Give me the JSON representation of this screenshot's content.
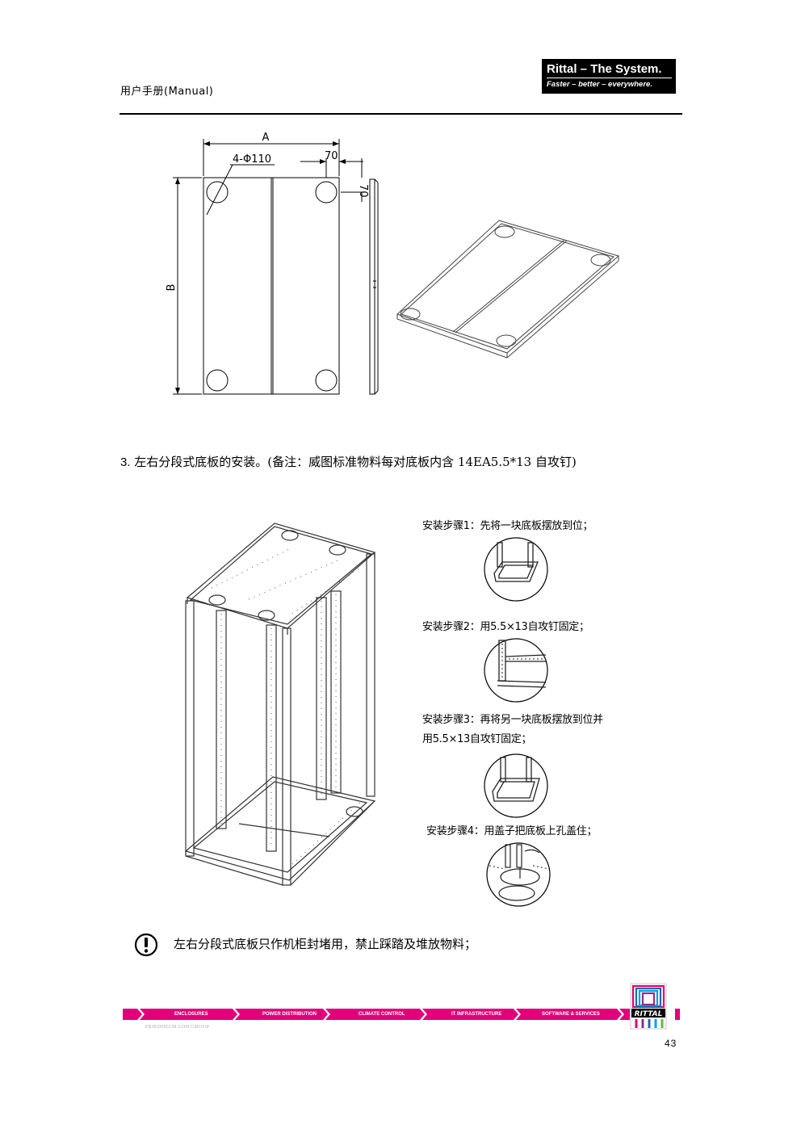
{
  "header": {
    "manual_title": "用户手册(Manual)",
    "logo_line1": "Rittal – The System.",
    "logo_line2": "Faster – better – everywhere."
  },
  "drawing": {
    "dim_width": "A",
    "dim_height": "B",
    "hole_spec": "4-Φ110",
    "offset_x": "70",
    "offset_y": "70"
  },
  "section": {
    "number": "3.",
    "title": "左右分段式底板的安装。(备注：威图标准物料每对底板内含 14EA5.5*13 自攻钉)"
  },
  "steps": [
    {
      "label": "安装步骤1：先将一块底板摆放到位；"
    },
    {
      "label": "安装步骤2：用5.5×13自攻钉固定；"
    },
    {
      "label": "安装步骤3：再将另一块底板摆放到位并",
      "label2": "用5.5×13自攻钉固定；"
    },
    {
      "label": "安装步骤4：用盖子把底板上孔盖住；"
    }
  ],
  "warning": {
    "icon": "exclamation-circle-icon",
    "text": "左右分段式底板只作机柜封堵用，禁止踩踏及堆放物料；"
  },
  "footer": {
    "categories": [
      "ENCLOSURES",
      "POWER DISTRIBUTION",
      "CLIMATE CONTROL",
      "IT INFRASTRUCTURE",
      "SOFTWARE & SERVICES"
    ],
    "group": "FRIEDHELM LOH GROUP",
    "brand": "RITTAL",
    "bar_color": "#e2007a",
    "page_number": "43"
  }
}
